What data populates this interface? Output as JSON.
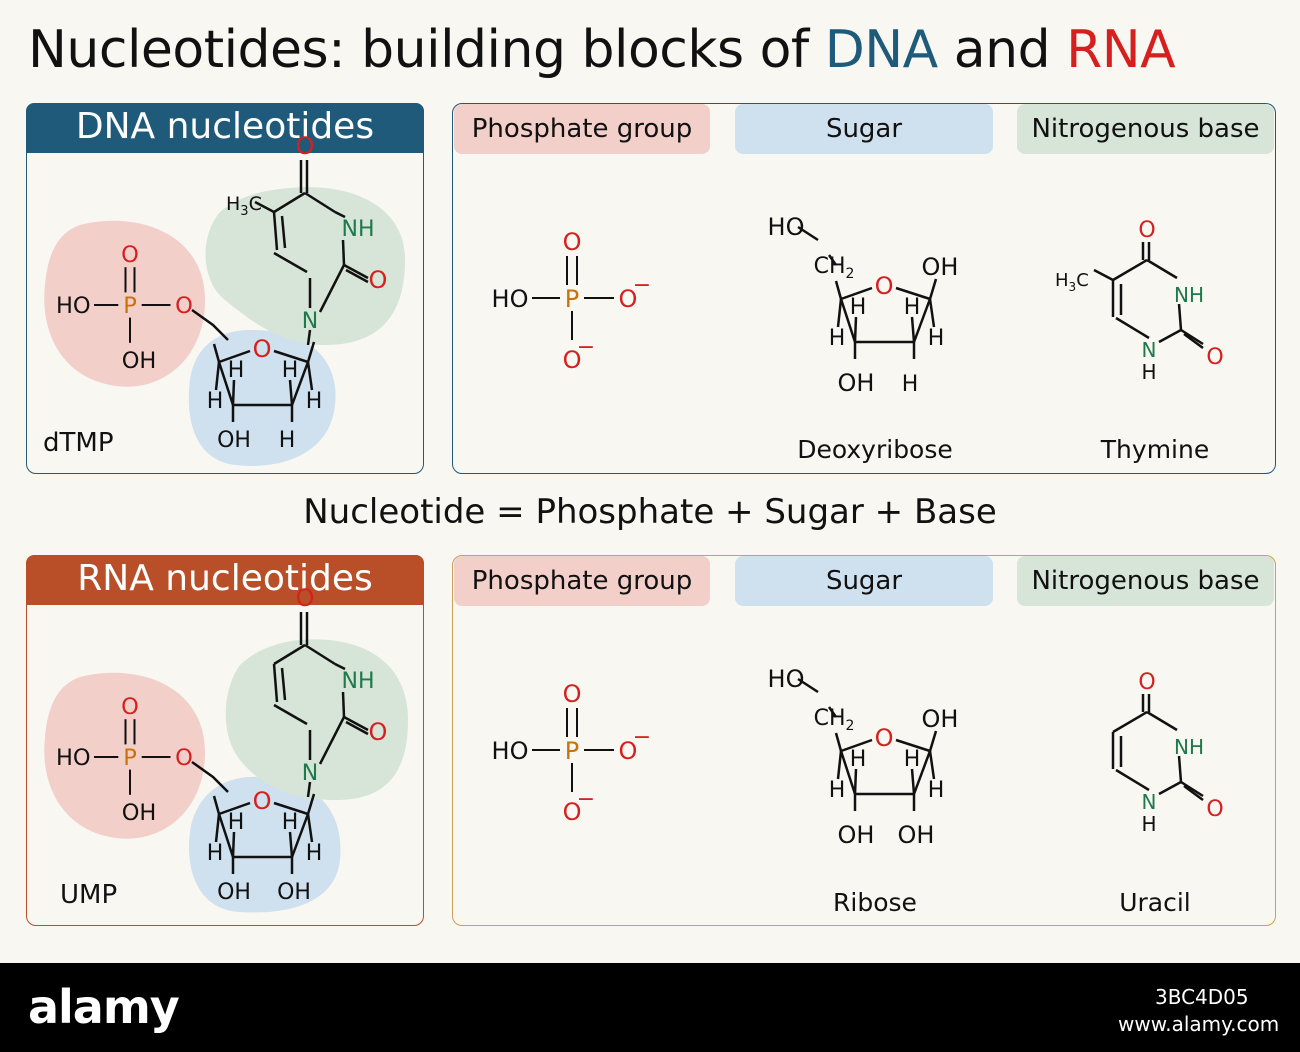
{
  "title": {
    "prefix": "Nucleotides:  building blocks of ",
    "dna": "DNA",
    "middle": " and ",
    "rna": "RNA"
  },
  "colors": {
    "dna_blue": "#1f5a7a",
    "rna_orange": "#b84f28",
    "phosphate_bg": "#f3cfca",
    "sugar_bg": "#cfe0ef",
    "base_bg": "#d7e4d8",
    "oxygen_red": "#d6201f",
    "nitrogen_green": "#1e7a4a",
    "phosphorus_orange": "#c8730a"
  },
  "dna": {
    "header": "DNA nucleotides",
    "nucleotide_name": "dTMP",
    "chips": {
      "phosphate": "Phosphate group",
      "sugar": "Sugar",
      "base": "Nitrogenous base"
    },
    "sugar_name": "Deoxyribose",
    "base_name": "Thymine"
  },
  "equation": "Nucleotide = Phosphate + Sugar + Base",
  "rna": {
    "header": "RNA nucleotides",
    "nucleotide_name": "UMP",
    "chips": {
      "phosphate": "Phosphate group",
      "sugar": "Sugar",
      "base": "Nitrogenous base"
    },
    "sugar_name": "Ribose",
    "base_name": "Uracil"
  },
  "atoms": {
    "O": "O",
    "OH": "OH",
    "HO": "HO",
    "H": "H",
    "N": "N",
    "NH": "NH",
    "P": "P",
    "H3C_main": "H",
    "H3C_sub": "3",
    "H3C_tail": "C",
    "CH2_main": "CH",
    "CH2_sub": "2",
    "minus": "−"
  },
  "footer": {
    "brand": "alamy",
    "code": "3BC4D05",
    "site": "www.alamy.com"
  }
}
